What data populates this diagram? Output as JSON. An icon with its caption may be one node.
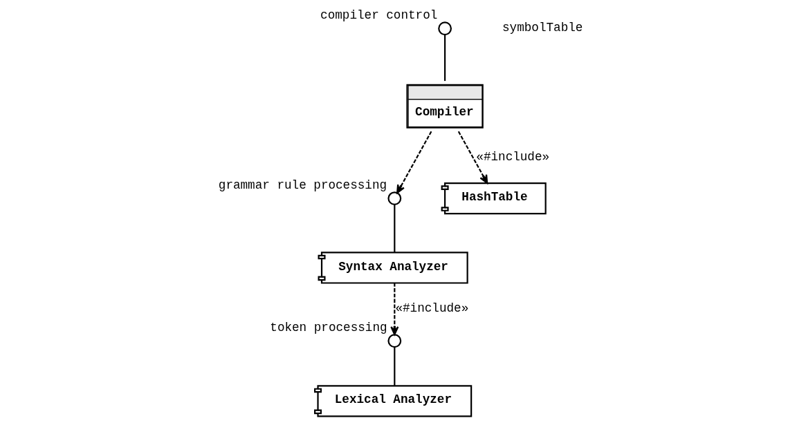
{
  "diagram": {
    "nodes": [
      {
        "text": [
          "Compiler"
        ]
      },
      {
        "text": [],
        "shape": "circle",
        "beside": [
          "compiler control"
        ]
      },
      {
        "text": [],
        "shape": "circle",
        "beside": [
          "grammar rule processing"
        ]
      },
      {
        "text": [
          "Syntax Analyzer"
        ]
      },
      {
        "text": [
          "HashTable"
        ]
      },
      {
        "text": [],
        "shape": "circle",
        "beside": [
          "token processing"
        ]
      },
      {
        "text": [
          "Lexical Analyzer"
        ]
      }
    ],
    "edges": [
      {
        "from": 1,
        "to": 0,
        "arrow": "none"
      },
      {
        "from": 0,
        "to": 2,
        "arrow": "to",
        "style": "dashed"
      },
      {
        "from": 2,
        "to": 3,
        "arrow": "none"
      },
      {
        "from": 0,
        "to": 4,
        "arrow": "to",
        "style": "dashed",
        "label": "«#include»"
      },
      {
        "from": 3,
        "to": 5,
        "arrow": "to",
        "style": "dashed",
        "label": "«#include»"
      },
      {
        "from": 5,
        "to": 6,
        "arrow": "none"
      }
    ],
    "labels": [
      "symbolTable"
    ]
  }
}
